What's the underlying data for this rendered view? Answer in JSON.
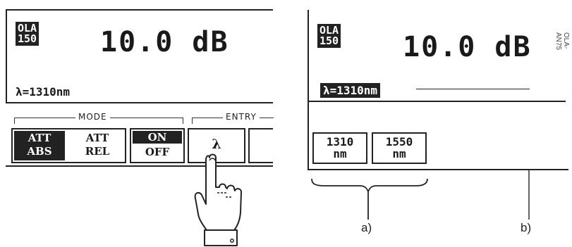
{
  "left_screen": {
    "badge_line1": "OLA",
    "badge_line2": "150",
    "reading": "10.0 dB",
    "wavelength": "λ=1310nm"
  },
  "mode_group": {
    "label": "MODE"
  },
  "entry_group": {
    "label": "ENTRY"
  },
  "keys": {
    "att_abs_top": "ATT",
    "att_abs_bottom": "ABS",
    "att_rel_top": "ATT",
    "att_rel_bottom": "REL",
    "on": "ON",
    "off": "OFF",
    "lambda": "λ"
  },
  "right_screen": {
    "badge_line1": "OLA",
    "badge_line2": "150",
    "reading": "10.0 dB",
    "wavelength": "λ=1310nm",
    "side_code": "OLA-AN75"
  },
  "wavelength_keys": [
    {
      "value": "1310",
      "unit": "nm"
    },
    {
      "value": "1550",
      "unit": "nm"
    }
  ],
  "callouts": {
    "a": "a)",
    "b": "b)"
  }
}
